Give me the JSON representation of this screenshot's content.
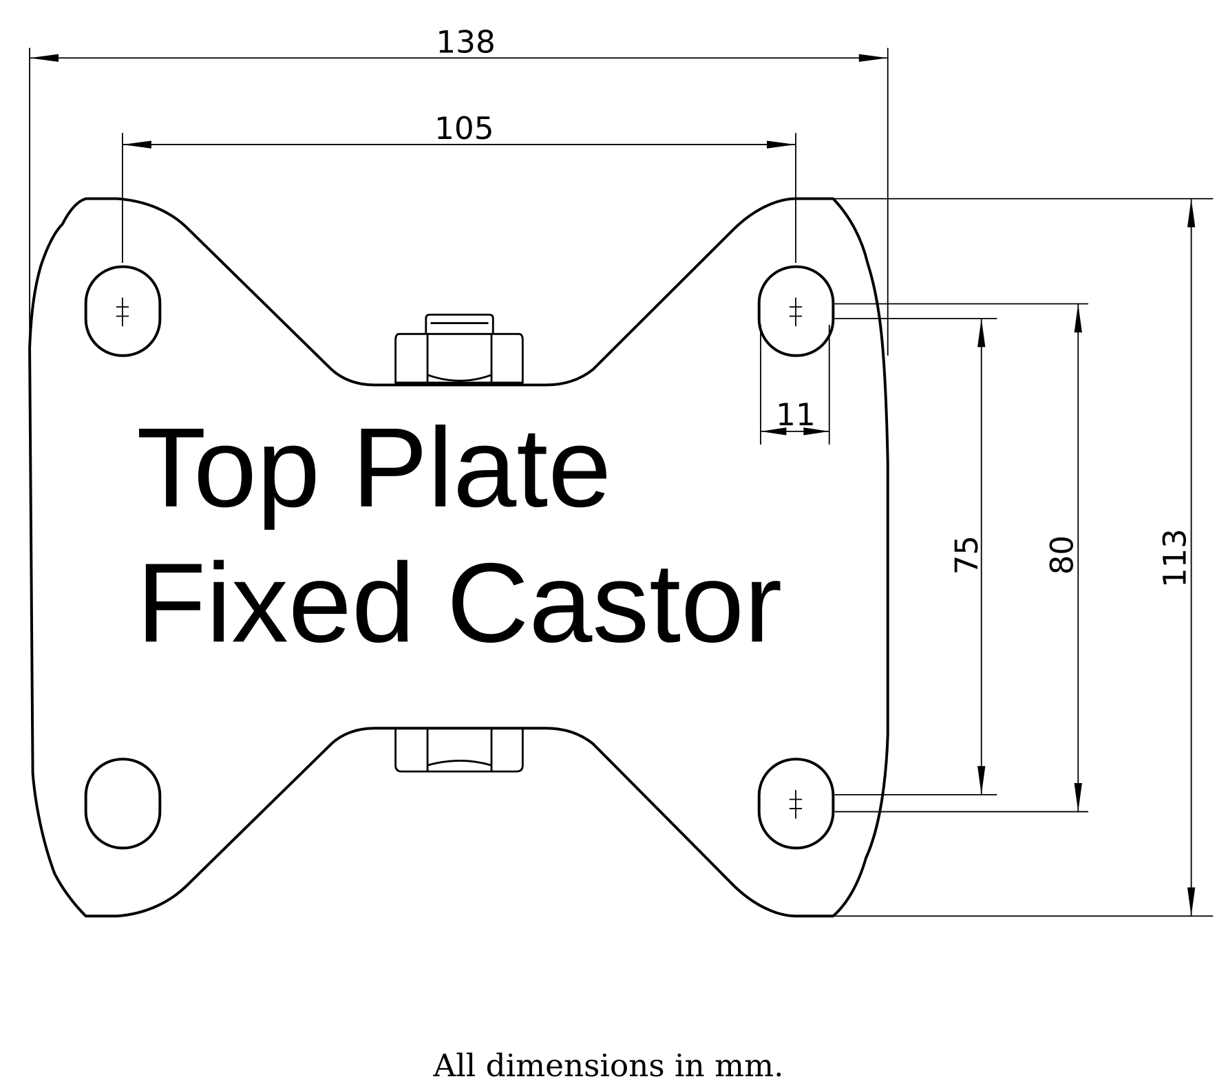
{
  "title_lines": [
    "Top Plate",
    "Fixed Castor"
  ],
  "dimensions": {
    "overall_width": "138",
    "hole_spacing_width": "105",
    "slot_width": "11",
    "hole_spacing_min": "75",
    "hole_spacing_max": "80",
    "overall_length": "113"
  },
  "footer_note": "All dimensions in mm."
}
